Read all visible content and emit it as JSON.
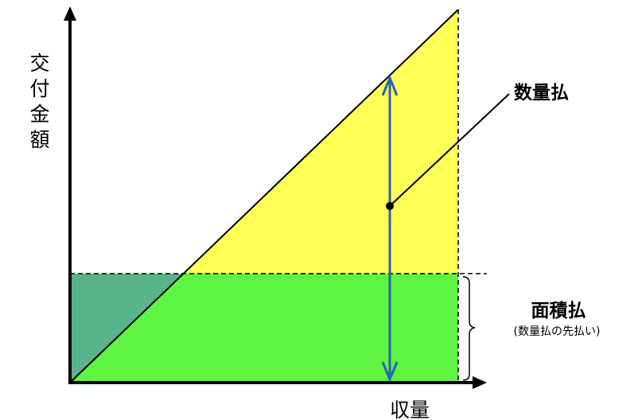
{
  "axis": {
    "y_label": "交付金額",
    "x_label": "収量"
  },
  "labels": {
    "quantity_payment": "数量払",
    "area_payment": "面積払",
    "area_payment_note": "(数量払の先払い)"
  },
  "colors": {
    "yellow_region": "#ffff55",
    "green_region": "#5ef542",
    "teal_region": "#58b48a",
    "arrow_blue": "#2b64b4",
    "line": "#000000"
  }
}
